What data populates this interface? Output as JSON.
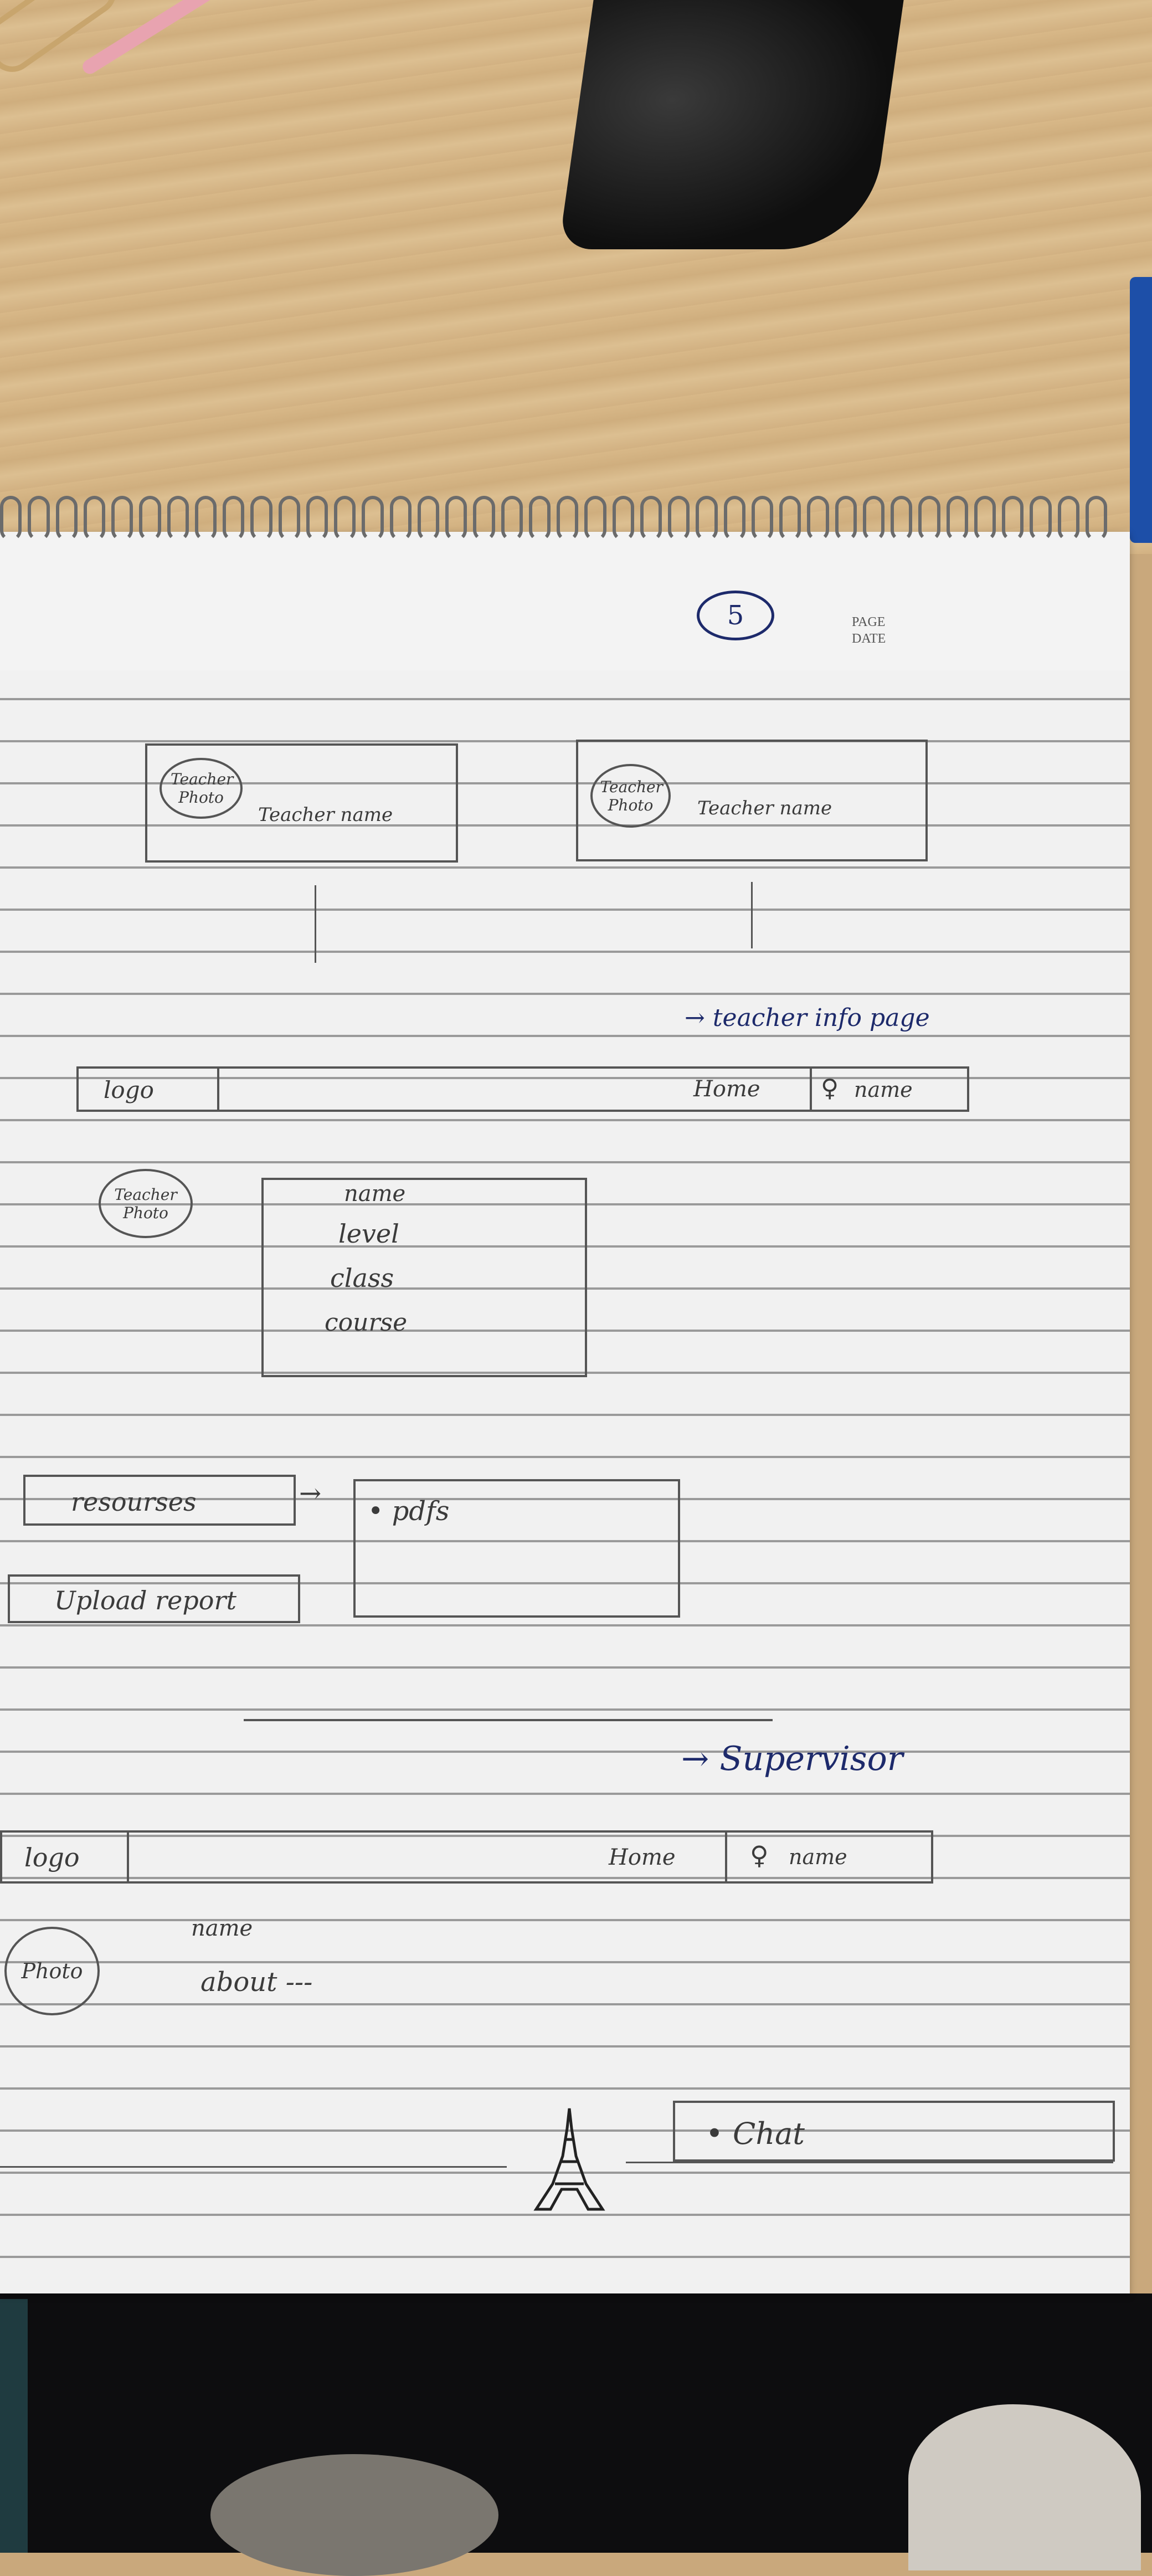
{
  "page": {
    "number": "5",
    "page_label": "PAGE",
    "date_label": "DATE"
  },
  "teacher_cards": [
    {
      "photo_text": "Teacher Photo",
      "name_text": "Teacher name"
    },
    {
      "photo_text": "Teacher Photo",
      "name_text": "Teacher name"
    }
  ],
  "teacher_info": {
    "heading": "→ teacher info page",
    "navbar": {
      "logo": "logo",
      "home": "Home",
      "user": "name"
    },
    "photo_text": "Teacher Photo",
    "details": [
      "name",
      "level",
      "class",
      "course"
    ],
    "resources_button": "resourses",
    "upload_button": "Upload report",
    "resources_panel": "• pdfs"
  },
  "supervisor": {
    "heading": "→ Supervisor",
    "navbar": {
      "logo": "logo",
      "home": "Home",
      "user": "name"
    },
    "photo_text": "Photo",
    "name_text": "name",
    "about_text": "about ---",
    "chat_button": "• Chat"
  },
  "colors": {
    "pencil": "#555555",
    "ink": "#1d2a6b",
    "paper": "#f1f1f1"
  }
}
